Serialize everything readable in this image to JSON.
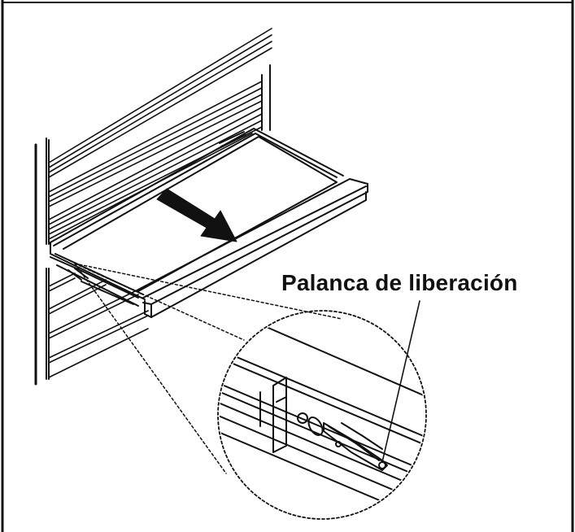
{
  "callout": {
    "label": "Palanca de liberación"
  },
  "figure": {
    "line_color": "#111111",
    "background": "#ffffff",
    "icons": [
      "drawer-illustration",
      "pull-direction-arrow-icon",
      "magnifier-detail-circle",
      "release-lever"
    ]
  }
}
